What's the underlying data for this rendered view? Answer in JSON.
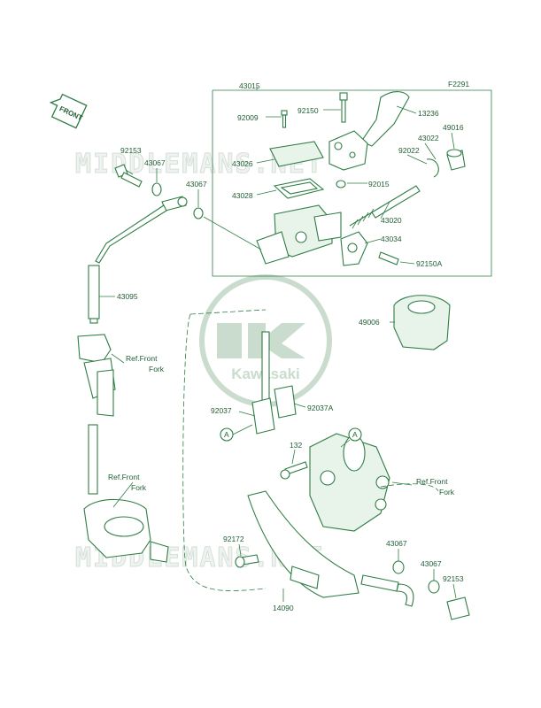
{
  "diagram": {
    "code": "F2291",
    "front_label": "FRONT",
    "watermark": "MIDDLEMANS.NET",
    "logo_text": "Kawasaki",
    "callouts": {
      "l43015": "43015",
      "l92009": "92009",
      "l92150": "92150",
      "l13236": "13236",
      "l49016": "49016",
      "l43022": "43022",
      "l92022": "92022",
      "l43026": "43026",
      "l43028": "43028",
      "l92015": "92015",
      "l43020": "43020",
      "l43034": "43034",
      "l92150A": "92150A",
      "l92153a": "92153",
      "l43067a": "43067",
      "l43067b": "43067",
      "l43095": "43095",
      "l49006": "49006",
      "l92037": "92037",
      "l92037A": "92037A",
      "l132": "132",
      "l92172": "92172",
      "l14090": "14090",
      "l43067c": "43067",
      "l43067d": "43067",
      "l92153b": "92153"
    },
    "refs": {
      "ref1_line1": "Ref.Front",
      "ref1_line2": "Fork",
      "ref2_line1": "Ref.Front",
      "ref2_line2": "Fork",
      "ref3_line1": "Ref.Front",
      "ref3_line2": "Fork"
    },
    "markers": {
      "a1": "A",
      "a2": "A"
    }
  }
}
